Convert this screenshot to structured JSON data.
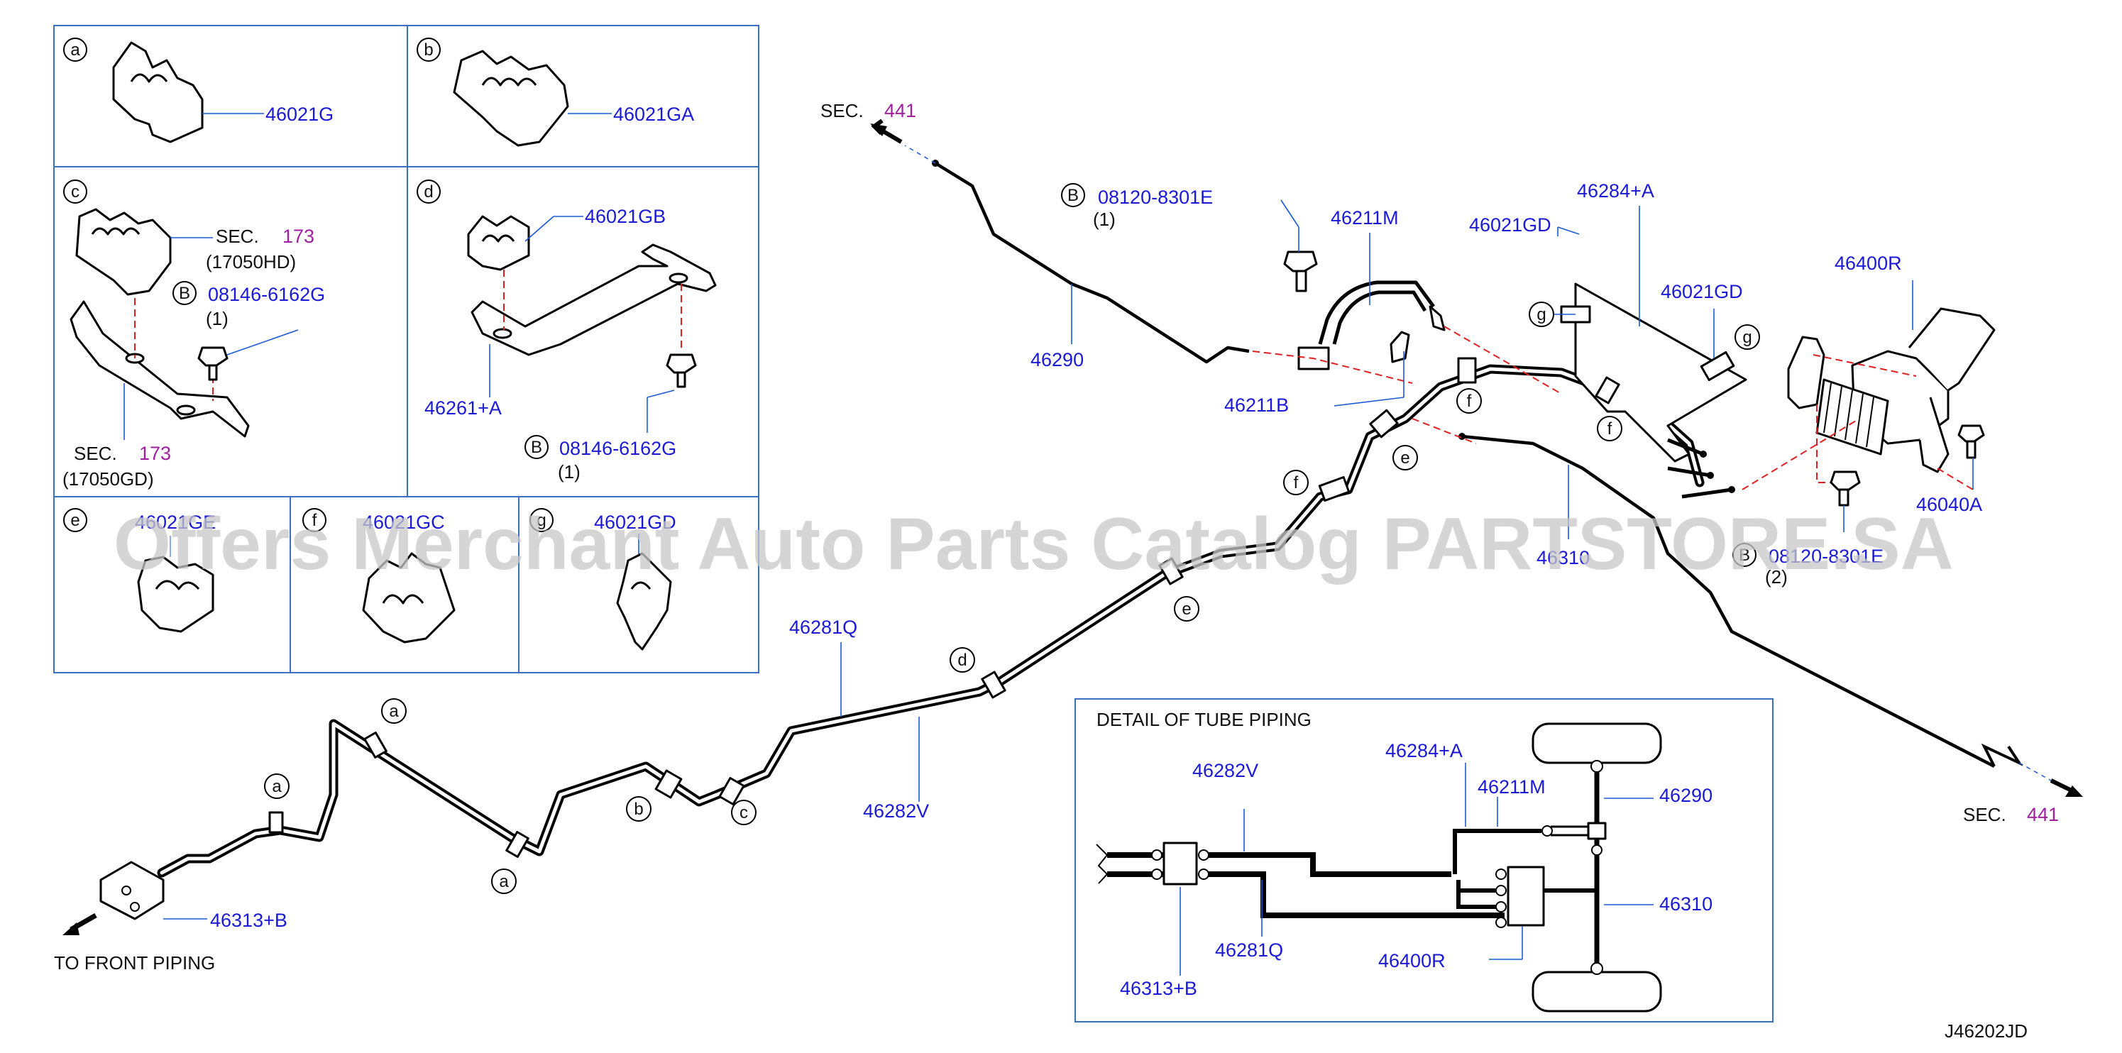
{
  "insets": {
    "a": {
      "letter": "a",
      "part": "46021G"
    },
    "b": {
      "letter": "b",
      "part": "46021GA"
    },
    "c": {
      "letter": "c",
      "sec_label": "SEC.",
      "sec_num": "173",
      "sec_code": "(17050HD)",
      "bolt_b": "B",
      "bolt_part": "08146-6162G",
      "bolt_qty": "(1)",
      "sec2_label": "SEC.",
      "sec2_num": "173",
      "sec2_code": "(17050GD)"
    },
    "d": {
      "letter": "d",
      "clip_part": "46021GB",
      "bracket_part": "46261+A",
      "bolt_b": "B",
      "bolt_part": "08146-6162G",
      "bolt_qty": "(1)"
    },
    "e": {
      "letter": "e",
      "part": "46021GE"
    },
    "f": {
      "letter": "f",
      "part": "46021GC"
    },
    "g": {
      "letter": "g",
      "part": "46021GD"
    }
  },
  "main": {
    "sec_top": {
      "label": "SEC.",
      "num": "441"
    },
    "sec_bottom": {
      "label": "SEC.",
      "num": "441"
    },
    "bolt1": {
      "b": "B",
      "part": "08120-8301E",
      "qty": "(1)"
    },
    "bolt2": {
      "b": "B",
      "part": "08120-8301E",
      "qty": "(2)"
    },
    "parts": {
      "p46290": "46290",
      "p46211M": "46211M",
      "p46211B": "46211B",
      "p46021GD_1": "46021GD",
      "p46284A": "46284+A",
      "p46021GD_2": "46021GD",
      "p46400R": "46400R",
      "p46040A": "46040A",
      "p46310": "46310",
      "p46281Q": "46281Q",
      "p46282V": "46282V",
      "p46313B": "46313+B"
    },
    "callouts": {
      "a1": "a",
      "a2": "a",
      "a3": "a",
      "b1": "b",
      "c1": "c",
      "d1": "d",
      "e1": "e",
      "e2": "e",
      "f1": "f",
      "f2": "f",
      "f3": "f",
      "g1": "g",
      "g2": "g"
    },
    "to_front": "TO   FRONT   PIPING"
  },
  "detail": {
    "title": "DETAIL   OF   TUBE   PIPING",
    "p46282V": "46282V",
    "p46284A": "46284+A",
    "p46211M": "46211M",
    "p46290": "46290",
    "p46310": "46310",
    "p46281Q": "46281Q",
    "p46400R": "46400R",
    "p46313B": "46313+B"
  },
  "diagram_code": "J46202JD",
  "watermark": "Offers Merchant Auto Parts Catalog PARTSTORE.SA"
}
